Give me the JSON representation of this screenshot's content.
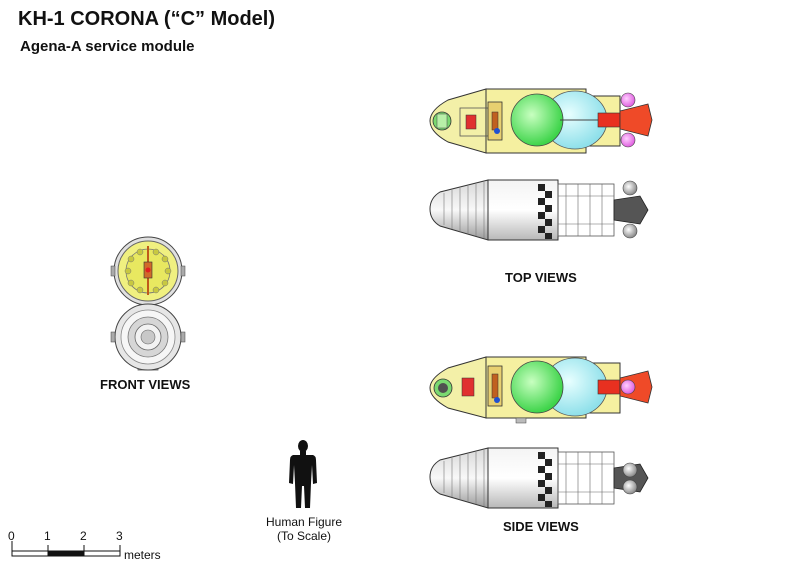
{
  "title": "KH-1 CORONA (“C” Model)",
  "subtitle": "Agena-A service module",
  "labels": {
    "front_views": "FRONT VIEWS",
    "top_views": "TOP VIEWS",
    "side_views": "SIDE VIEWS"
  },
  "human_figure": {
    "line1": "Human Figure",
    "line2": "(To Scale)"
  },
  "scale_bar": {
    "ticks": [
      "0",
      "1",
      "2",
      "3"
    ],
    "unit": "meters"
  }
}
